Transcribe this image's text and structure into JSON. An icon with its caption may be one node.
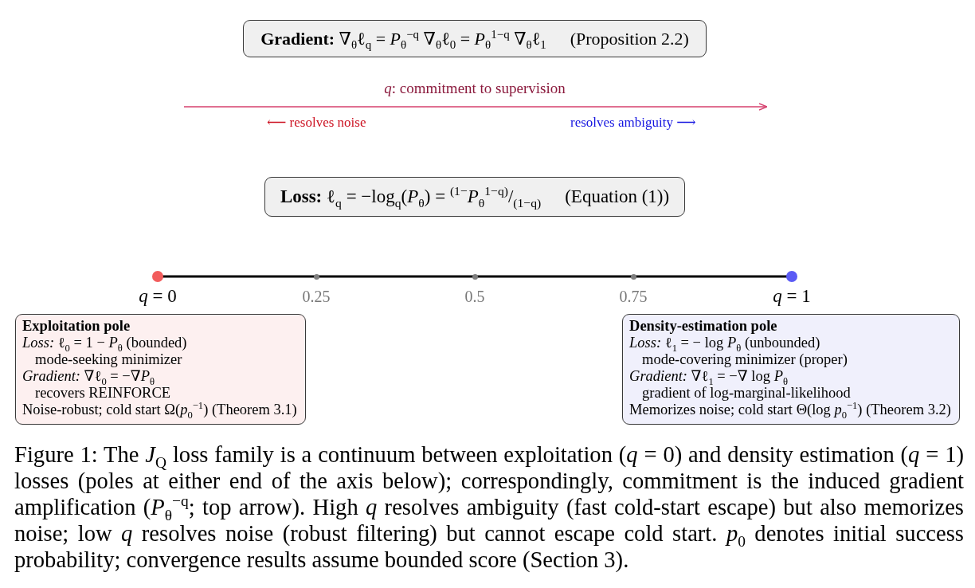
{
  "diagram": {
    "nodes": [
      {
        "text": [
          "**Gradient:** ∇$_{θ}$ℓ$_{q}$ = *P*$_{θ}$$^{−q}$ ∇$_{θ}$ℓ$_{0}$ = *P*$_{θ}$$^{1−q}$ ∇$_{θ}$ℓ$_{1}$",
          "(Proposition 2.2)"
        ]
      },
      {
        "text": [
          "**Loss:** ℓ$_{q}$ = −log$_{q}$(*P*$_{θ}$) = $^{(1−}$*P*$_{θ}$$^{1−q}$$^{)}$/$_{(1−q)}$",
          "(Equation (1))"
        ]
      },
      {
        "text": [
          "Exploitation pole",
          "*Loss:* ℓ$_{0}$ = 1 − *P*$_{θ}$ (bounded)",
          "mode-seeking minimizer",
          "*Gradient:* ∇ℓ$_{0}$ = −∇*P*$_{θ}$",
          "recovers REINFORCE",
          "Noise-robust; cold start Ω(*p*$_{0}$$^{−1}$) (Theorem 3.1)"
        ]
      },
      {
        "text": [
          "Density-estimation pole",
          "*Loss:* ℓ$_{1}$ = − log *P*$_{θ}$ (unbounded)",
          "mode-covering minimizer (proper)",
          "*Gradient:* ∇ℓ$_{1}$ = −∇ log *P*$_{θ}$",
          "gradient of log-marginal-likelihood",
          "Memorizes noise; cold start Θ(log *p*$_{0}$$^{−1}$) (Theorem 3.2)"
        ]
      }
    ],
    "labels": [
      "*q*: commitment to supervision",
      "⟵ resolves noise",
      "resolves ambiguity ⟶",
      "*q* = 0",
      "0.25",
      "0.5",
      "0.75",
      "*q* = 1"
    ],
    "caption": "Figure 1: The *J*$_{Q}$ loss family is a continuum between exploitation (*q* = 0) and density estimation (*q* = 1) losses (poles at either end of the axis below); correspondingly, commitment is the induced gradient amplification (*P*$_{θ}$$^{−q}$; top arrow). High *q* resolves ambiguity (fast cold-start escape) but also memorizes noise; low *q* resolves noise (robust filtering) but cannot escape cold start. *p*$_{0}$ denotes initial success probability; convergence results assume bounded score (Section 3)."
  }
}
